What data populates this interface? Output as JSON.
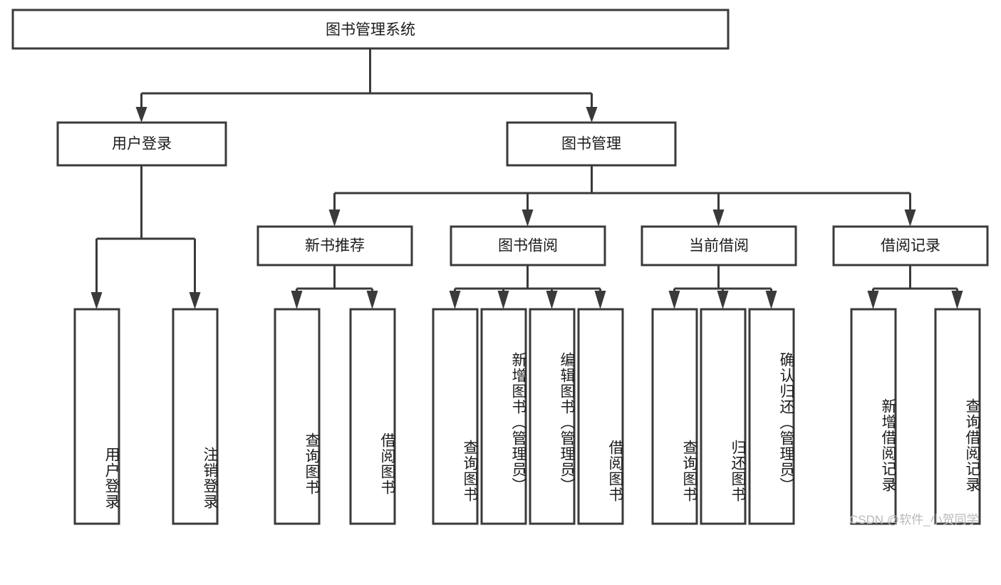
{
  "diagram": {
    "title": "图书管理系统",
    "type": "hierarchy-tree",
    "root": {
      "id": "root",
      "label": "图书管理系统",
      "orientation": "horizontal"
    },
    "level2": [
      {
        "id": "user-login",
        "label": "用户登录",
        "orientation": "horizontal"
      },
      {
        "id": "book-management",
        "label": "图书管理",
        "orientation": "horizontal"
      }
    ],
    "level3": [
      {
        "id": "new-book-recommend",
        "label": "新书推荐",
        "parent": "book-management",
        "orientation": "horizontal"
      },
      {
        "id": "book-borrow",
        "label": "图书借阅",
        "parent": "book-management",
        "orientation": "horizontal"
      },
      {
        "id": "current-borrow",
        "label": "当前借阅",
        "parent": "book-management",
        "orientation": "horizontal"
      },
      {
        "id": "borrow-record",
        "label": "借阅记录",
        "parent": "book-management",
        "orientation": "horizontal"
      }
    ],
    "leaves": [
      {
        "id": "leaf-user-login",
        "label": "用户登录",
        "parent": "user-login",
        "orientation": "vertical"
      },
      {
        "id": "leaf-user-logout",
        "label": "注销登录",
        "parent": "user-login",
        "orientation": "vertical"
      },
      {
        "id": "leaf-query-book-1",
        "label": "查询图书",
        "parent": "new-book-recommend",
        "orientation": "vertical"
      },
      {
        "id": "leaf-borrow-book-1",
        "label": "借阅图书",
        "parent": "new-book-recommend",
        "orientation": "vertical"
      },
      {
        "id": "leaf-query-book-2",
        "label": "查询图书",
        "parent": "book-borrow",
        "orientation": "vertical"
      },
      {
        "id": "leaf-add-book",
        "label": "新增图书（管理员）",
        "parent": "book-borrow",
        "orientation": "vertical"
      },
      {
        "id": "leaf-edit-book",
        "label": "编辑图书（管理员）",
        "parent": "book-borrow",
        "orientation": "vertical"
      },
      {
        "id": "leaf-borrow-book-2",
        "label": "借阅图书",
        "parent": "book-borrow",
        "orientation": "vertical"
      },
      {
        "id": "leaf-query-book-3",
        "label": "查询图书",
        "parent": "current-borrow",
        "orientation": "vertical"
      },
      {
        "id": "leaf-return-book",
        "label": "归还图书",
        "parent": "current-borrow",
        "orientation": "vertical"
      },
      {
        "id": "leaf-confirm-return",
        "label": "确认归还（管理员）",
        "parent": "current-borrow",
        "orientation": "vertical"
      },
      {
        "id": "leaf-add-record",
        "label": "新增借阅记录",
        "parent": "borrow-record",
        "orientation": "vertical"
      },
      {
        "id": "leaf-query-record",
        "label": "查询借阅记录",
        "parent": "borrow-record",
        "orientation": "vertical"
      }
    ]
  },
  "watermark": {
    "text": "CSDN @软件_小贺同学"
  },
  "colors": {
    "stroke": "#3a3a3a",
    "fill": "#ffffff",
    "text": "#1b1b1b",
    "watermark": "#b9b9b9",
    "background": "#ffffff"
  }
}
